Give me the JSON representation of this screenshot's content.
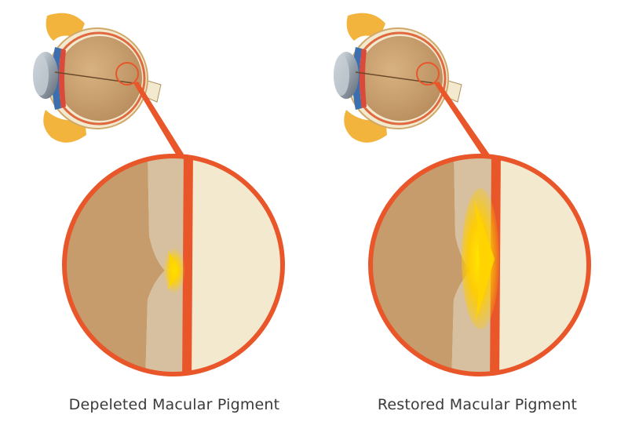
{
  "panels": [
    {
      "id": "left",
      "caption": "Depeleted Macular Pigment",
      "pigment_level": "low"
    },
    {
      "id": "right",
      "caption": "Restored Macular Pigment",
      "pigment_level": "high"
    }
  ],
  "colors": {
    "outline": "#e8562a",
    "eye_interior": "#c69c6d",
    "retina_layer": "#d7c0a0",
    "choroid_band": "#e8562a",
    "sclera": "#f3e9cf",
    "lens": "#a9b3bd",
    "fat_tissue": "#f2b43c",
    "pigment": "#ffd400"
  }
}
